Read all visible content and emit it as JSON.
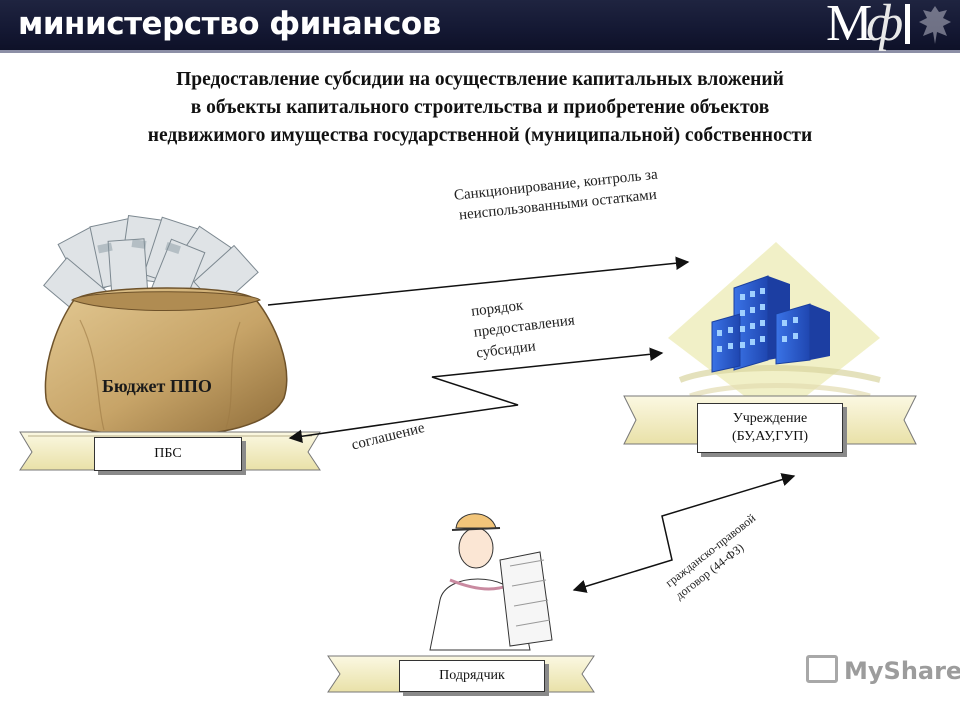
{
  "header": {
    "title": "министерство финансов",
    "logo_text": "МФ"
  },
  "slide": {
    "title_lines": [
      "Предоставление субсидии на осуществление капитальных вложений",
      "в объекты капитального строительства и приобретение объектов",
      "недвижимого имущества государственной (муниципальной) собственности"
    ]
  },
  "nodes": {
    "budget": {
      "label": "Бюджет ППО",
      "ribbon": "ПБС"
    },
    "institution": {
      "label_line1": "Учреждение",
      "label_line2": "(БУ,АУ,ГУП)"
    },
    "contractor": {
      "label": "Подрядчик"
    }
  },
  "edges": {
    "sanction": {
      "line1": "Санкционирование, контроль за",
      "line2": "неиспользованными остатками"
    },
    "order": {
      "line1": "порядок",
      "line2": "предоставления",
      "line3": "субсидии"
    },
    "agreement": {
      "label": "соглашение"
    },
    "contract": {
      "line1": "гражданско-правовой",
      "line2": "договор (44-ФЗ)"
    }
  },
  "watermark": {
    "text": "MyShared"
  },
  "colors": {
    "header_bg": "#141833",
    "ribbon": "#f4efc6",
    "bag": "#c8a66a",
    "building": "#2f5fd0"
  }
}
